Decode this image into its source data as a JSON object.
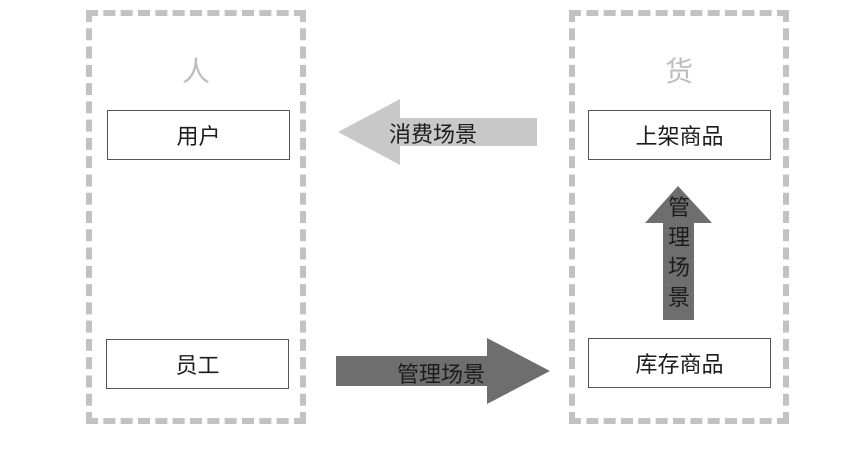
{
  "groups": {
    "people": {
      "title": "人"
    },
    "goods": {
      "title": "货"
    }
  },
  "nodes": {
    "user": "用户",
    "employee": "员工",
    "listed_goods": "上架商品",
    "stock_goods": "库存商品"
  },
  "edges": {
    "consumption": {
      "label": "消费场景",
      "from": "货",
      "to": "用户",
      "color": "#c8c8c8"
    },
    "management_horizontal": {
      "label": "管理场景",
      "from": "员工",
      "to": "库存商品",
      "color": "#6e6e6e"
    },
    "management_vertical": {
      "chars": [
        "管",
        "理",
        "场",
        "景"
      ],
      "from": "库存商品",
      "to": "上架商品",
      "color": "#6e6e6e"
    }
  }
}
